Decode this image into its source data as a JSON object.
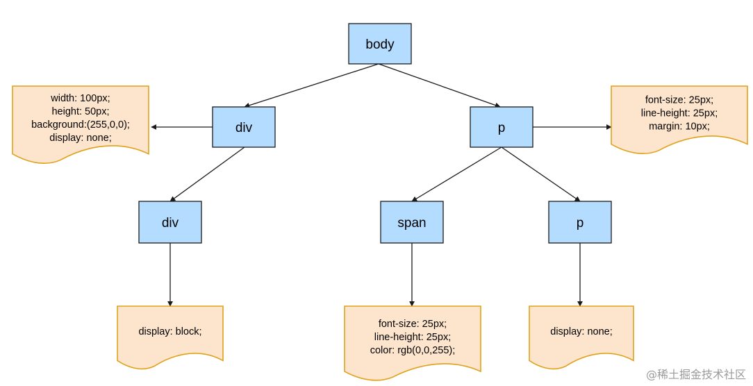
{
  "nodes": [
    {
      "id": "body",
      "label": "body"
    },
    {
      "id": "div1",
      "label": "div"
    },
    {
      "id": "p1",
      "label": "p"
    },
    {
      "id": "div2",
      "label": "div"
    },
    {
      "id": "span",
      "label": "span"
    },
    {
      "id": "p2",
      "label": "p"
    }
  ],
  "style_notes": [
    {
      "id": "div1-style",
      "lines": [
        "width: 100px;",
        "height: 50px;",
        "background:(255,0,0);",
        "display: none;"
      ]
    },
    {
      "id": "p1-style",
      "lines": [
        "font-size: 25px;",
        "line-height: 25px;",
        "margin: 10px;"
      ]
    },
    {
      "id": "div2-style",
      "lines": [
        "display: block;"
      ]
    },
    {
      "id": "span-style",
      "lines": [
        "font-size: 25px;",
        "line-height: 25px;",
        "color: rgb(0,0,255);"
      ]
    },
    {
      "id": "p2-style",
      "lines": [
        "display: none;"
      ]
    }
  ],
  "edges": [
    {
      "from": "body",
      "to": "div1"
    },
    {
      "from": "body",
      "to": "p1"
    },
    {
      "from": "div1",
      "to": "div2"
    },
    {
      "from": "p1",
      "to": "span"
    },
    {
      "from": "p1",
      "to": "p2"
    },
    {
      "from": "div1",
      "to": "div1-style"
    },
    {
      "from": "p1",
      "to": "p1-style"
    },
    {
      "from": "div2",
      "to": "div2-style"
    },
    {
      "from": "span",
      "to": "span-style"
    },
    {
      "from": "p2",
      "to": "p2-style"
    }
  ],
  "colors": {
    "node_fill": "#b3dcff",
    "note_fill": "#fde4cc",
    "note_border": "#e0a21a"
  },
  "watermark": "@稀土掘金技术社区"
}
